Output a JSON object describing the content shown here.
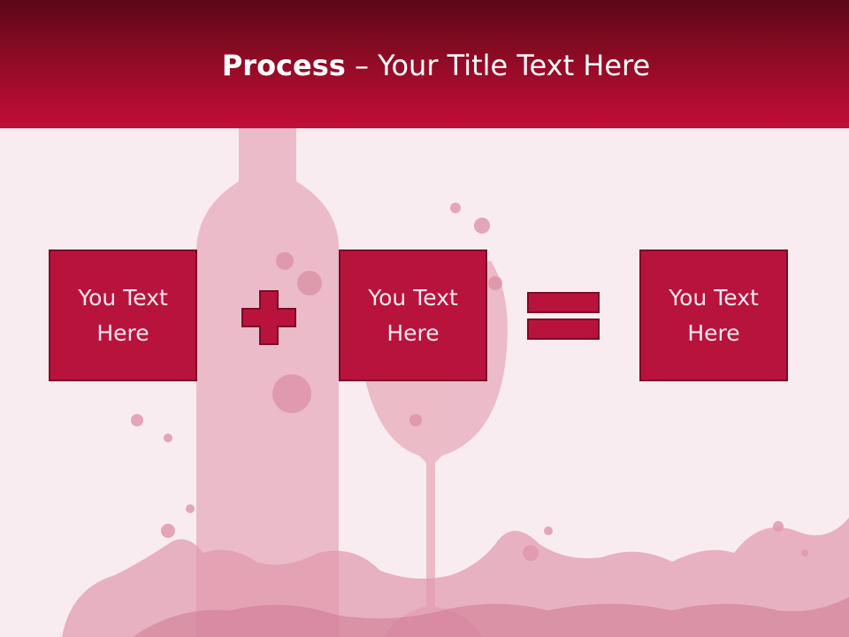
{
  "slide": {
    "title_bold": "Process",
    "title_rest": " – Your Title Text Here",
    "boxes": [
      {
        "label": "You Text Here"
      },
      {
        "label": "You Text Here"
      },
      {
        "label": "You Text Here"
      }
    ],
    "operators": [
      "plus-icon",
      "equals-icon"
    ]
  },
  "colors": {
    "header_dark": "#5c0618",
    "header_light": "#c40d39",
    "box_fill": "#b8133d",
    "box_border": "#7e0a26",
    "background": "#f9ecf0",
    "wine_silhouette": "#d9849b"
  }
}
